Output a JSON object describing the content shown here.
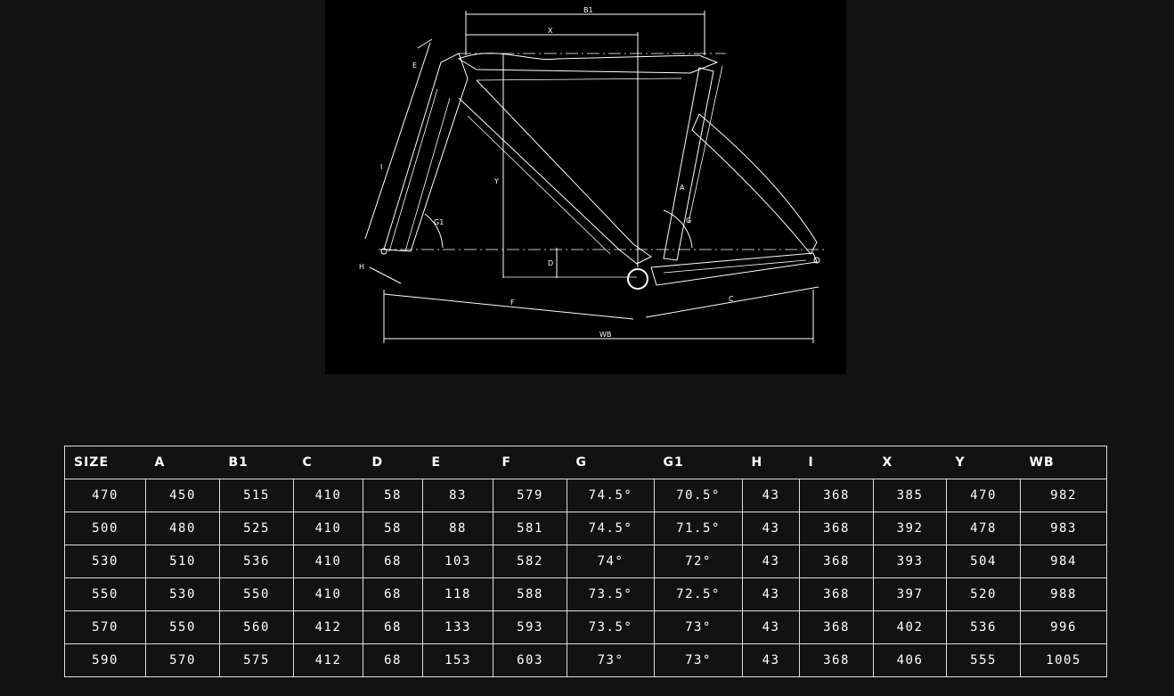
{
  "diagram": {
    "labels": {
      "b1": "B1",
      "x": "X",
      "y": "Y",
      "e": "E",
      "i": "I",
      "g1": "G1",
      "g": "G",
      "a": "A",
      "h": "H",
      "d": "D",
      "f": "F",
      "c": "C",
      "wb": "WB"
    }
  },
  "table": {
    "headers": [
      "SIZE",
      "A",
      "B1",
      "C",
      "D",
      "E",
      "F",
      "G",
      "G1",
      "H",
      "I",
      "X",
      "Y",
      "WB"
    ],
    "rows": [
      [
        "470",
        "450",
        "515",
        "410",
        "58",
        "83",
        "579",
        "74.5°",
        "70.5°",
        "43",
        "368",
        "385",
        "470",
        "982"
      ],
      [
        "500",
        "480",
        "525",
        "410",
        "58",
        "88",
        "581",
        "74.5°",
        "71.5°",
        "43",
        "368",
        "392",
        "478",
        "983"
      ],
      [
        "530",
        "510",
        "536",
        "410",
        "68",
        "103",
        "582",
        "74°",
        "72°",
        "43",
        "368",
        "393",
        "504",
        "984"
      ],
      [
        "550",
        "530",
        "550",
        "410",
        "68",
        "118",
        "588",
        "73.5°",
        "72.5°",
        "43",
        "368",
        "397",
        "520",
        "988"
      ],
      [
        "570",
        "550",
        "560",
        "412",
        "68",
        "133",
        "593",
        "73.5°",
        "73°",
        "43",
        "368",
        "402",
        "536",
        "996"
      ],
      [
        "590",
        "570",
        "575",
        "412",
        "68",
        "153",
        "603",
        "73°",
        "73°",
        "43",
        "368",
        "406",
        "555",
        "1005"
      ]
    ]
  }
}
